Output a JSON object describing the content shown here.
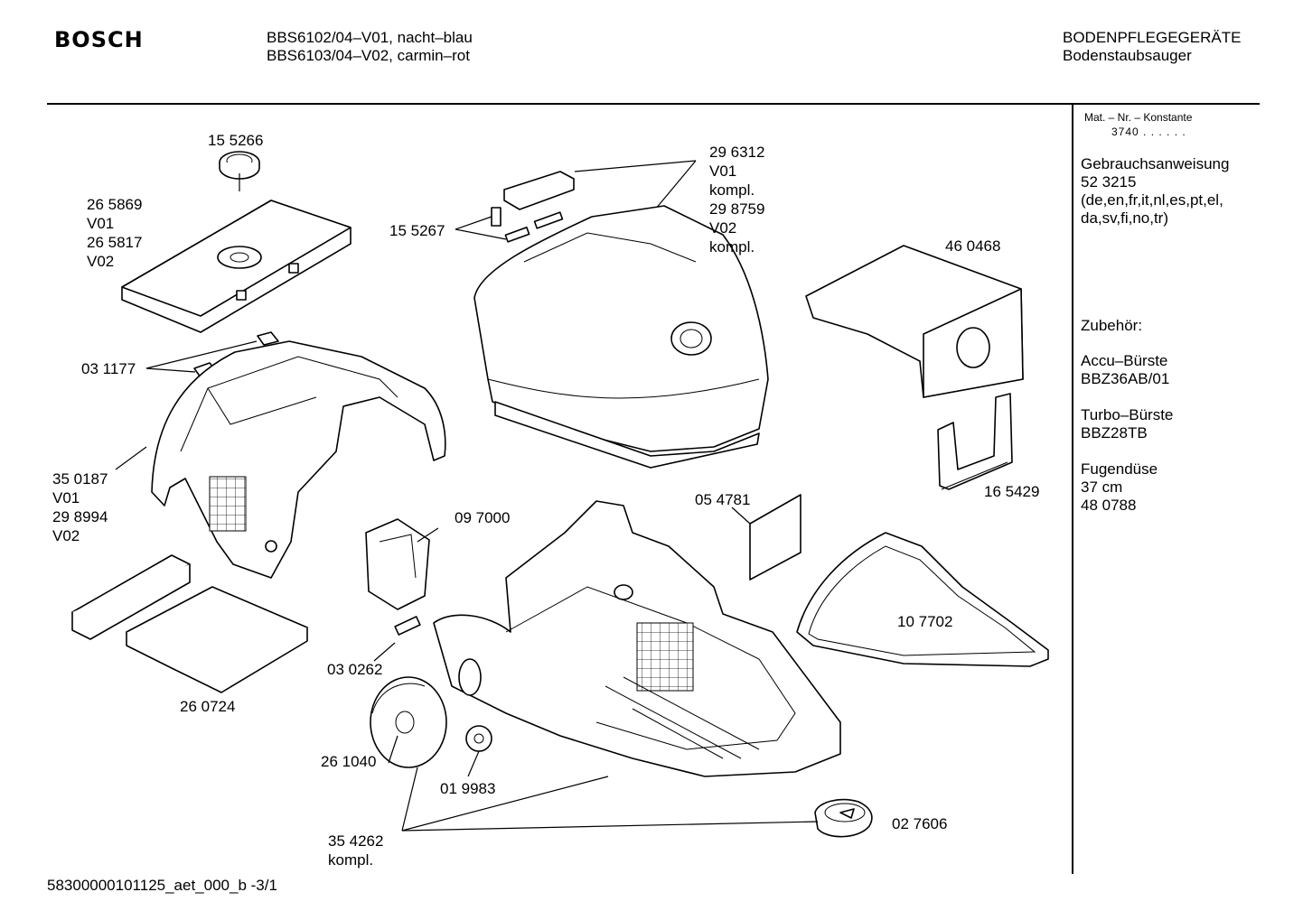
{
  "header": {
    "brand": "BOSCH",
    "model_line_1": "BBS6102/04–V01, nacht–blau",
    "model_line_2": "BBS6103/04–V02, carmin–rot",
    "category": "BODENPFLEGEGERÄTE",
    "subcategory": "Bodenstaubsauger"
  },
  "sidebar": {
    "mat_label": "Mat. – Nr. – Konstante",
    "mat_value": "3740 . . . . . .",
    "manual_title": "Gebrauchsanweisung",
    "manual_number": "52 3215",
    "manual_languages_1": "(de,en,fr,it,nl,es,pt,el,",
    "manual_languages_2": "da,sv,fi,no,tr)",
    "accessories_title": "Zubehör:",
    "accessories": [
      {
        "name": "Accu–Bürste",
        "code": "BBZ36AB/01"
      },
      {
        "name": "Turbo–Bürste",
        "code": "BBZ28TB"
      }
    ],
    "nozzle": {
      "name": "Fugendüse",
      "size": "37 cm",
      "code": "48 0788"
    }
  },
  "parts": {
    "p155266": "15 5266",
    "p265869": "26 5869",
    "p265869_v": "V01",
    "p265817": "26 5817",
    "p265817_v": "V02",
    "p155267": "15 5267",
    "p296312": "29 6312",
    "p296312_v": "V01",
    "p296312_k": "kompl.",
    "p298759": "29 8759",
    "p298759_v": "V02",
    "p298759_k": "kompl.",
    "p460468": "46 0468",
    "p031177": "03 1177",
    "p350187": "35 0187",
    "p350187_v": "V01",
    "p298994": "29 8994",
    "p298994_v": "V02",
    "p097000": "09 7000",
    "p054781": "05 4781",
    "p165429": "16 5429",
    "p107702": "10 7702",
    "p030262": "03 0262",
    "p260724": "26 0724",
    "p261040": "26 1040",
    "p019983": "01 9983",
    "p354262": "35 4262",
    "p354262_k": "kompl.",
    "p027606": "02 7606"
  },
  "footer": {
    "doc_id": "58300000101125_aet_000_b -3/1"
  }
}
